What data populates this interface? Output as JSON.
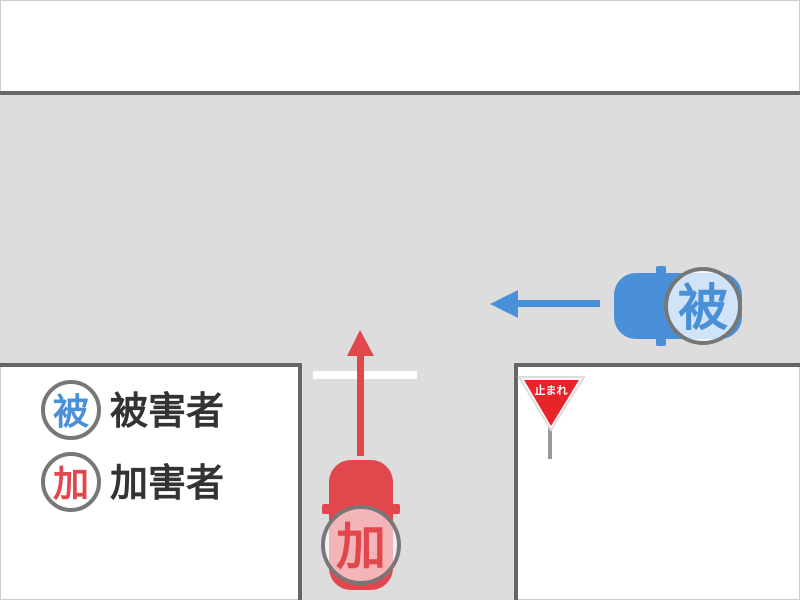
{
  "colors": {
    "road": "#dddddd",
    "curb": "#666666",
    "victim": "#4a90d9",
    "perpetrator": "#e0484d",
    "stop_line": "#ffffff",
    "sign_red": "#e8232a",
    "sign_post": "#999999",
    "badge_ring": "#777777"
  },
  "victim_car": {
    "badge": "被",
    "icon": "car-top-view-icon",
    "direction": "left"
  },
  "perpetrator_car": {
    "badge": "加",
    "icon": "car-top-view-icon",
    "direction": "up"
  },
  "stop_sign": {
    "text": "止まれ",
    "icon": "inverted-triangle-sign-icon"
  },
  "legend": [
    {
      "badge": "被",
      "label": "被害者",
      "role": "victim"
    },
    {
      "badge": "加",
      "label": "加害者",
      "role": "perpetrator"
    }
  ]
}
